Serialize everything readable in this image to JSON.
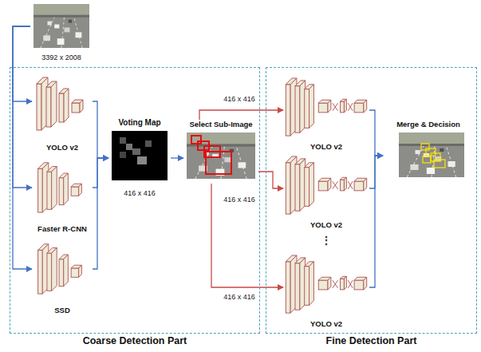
{
  "diagram": {
    "nodes": [
      {
        "text": [
          "3392 x 2008"
        ]
      },
      {
        "text": [
          "Coarse Detection Part"
        ]
      },
      {
        "text": [
          "YOLO v2"
        ],
        "in": 1
      },
      {
        "text": [
          "Faster R-CNN"
        ],
        "in": 1
      },
      {
        "text": [
          "SSD"
        ],
        "in": 1
      },
      {
        "text": [
          "Voting Map",
          "416 x 416"
        ],
        "in": 1
      },
      {
        "text": [
          "Select Sub-Image"
        ],
        "in": 1
      },
      {
        "text": [
          "Fine Detection Part"
        ]
      },
      {
        "text": [
          "YOLO v2"
        ],
        "in": 7
      },
      {
        "text": [
          "YOLO v2"
        ],
        "in": 7
      },
      {
        "text": [
          "YOLO v2"
        ],
        "in": 7
      },
      {
        "text": [
          "Merge & Decision"
        ],
        "in": 7
      }
    ],
    "edges": [
      {
        "from": 0,
        "to": 2,
        "arrow": "to"
      },
      {
        "from": 0,
        "to": 3,
        "arrow": "to"
      },
      {
        "from": 0,
        "to": 4,
        "arrow": "to"
      },
      {
        "from": 2,
        "to": 5,
        "arrow": "to"
      },
      {
        "from": 3,
        "to": 5,
        "arrow": "to"
      },
      {
        "from": 4,
        "to": 5,
        "arrow": "to"
      },
      {
        "from": 5,
        "to": 6,
        "arrow": "to"
      },
      {
        "from": 6,
        "to": 8,
        "label": "416 x 416",
        "arrow": "to"
      },
      {
        "from": 6,
        "to": 9,
        "label": "416 x 416",
        "arrow": "to"
      },
      {
        "from": 6,
        "to": 10,
        "label": "416 x 416",
        "arrow": "to"
      },
      {
        "from": 8,
        "to": 11,
        "arrow": "to"
      },
      {
        "from": 9,
        "to": 11,
        "arrow": "to"
      },
      {
        "from": 10,
        "to": 11,
        "arrow": "to"
      }
    ],
    "labels": [
      "⋮"
    ]
  }
}
